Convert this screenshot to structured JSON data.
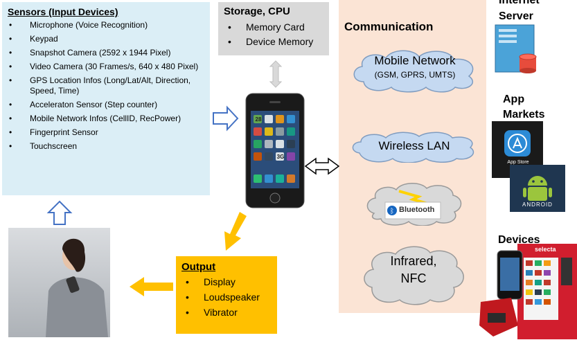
{
  "sensors": {
    "title": "Sensors (Input Devices)",
    "items": [
      "Microphone (Voice Recognition)",
      "Keypad",
      "Snapshot Camera (2592 x 1944 Pixel)",
      "Video Camera (30 Frames/s, 640 x 480 Pixel)",
      "GPS Location Infos (Long/Lat/Alt, Direction, Speed, Time)",
      "Acceleraton Sensor (Step counter)",
      "Mobile Network Infos  (CellID, RecPower)",
      "Fingerprint Sensor",
      "Touchscreen"
    ]
  },
  "storage": {
    "title": "Storage, CPU",
    "items": [
      "Memory Card",
      "Device Memory"
    ]
  },
  "output": {
    "title": "Output",
    "items": [
      "Display",
      "Loudspeaker",
      "Vibrator"
    ]
  },
  "communication": {
    "title": "Communication",
    "mobile_network": {
      "title": "Mobile Network",
      "subtitle": "(GSM, GPRS, UMTS)"
    },
    "wireless_lan": "Wireless LAN",
    "bluetooth": "Bluetooth",
    "infrared_nfc": {
      "line1": "Infrared,",
      "line2": "NFC"
    }
  },
  "right": {
    "internet_server": {
      "line1": "Internet",
      "line2": "Server"
    },
    "app_markets": {
      "line1": "App",
      "line2": "Markets"
    },
    "app_store_label": "App Store",
    "android_label": "ANDROID",
    "devices": "Devices",
    "vending_brand": "selecta"
  },
  "phone": {
    "battery_day": "28",
    "network_badge": "3G"
  },
  "colors": {
    "sensors_bg": "#dbeef6",
    "storage_bg": "#d9d9d9",
    "output_bg": "#ffc000",
    "comm_bg": "#fbe4d5",
    "cloud_fill": "#c5d9f1",
    "arrow_blue": "#4472c4",
    "arrow_orange": "#ffc000"
  }
}
